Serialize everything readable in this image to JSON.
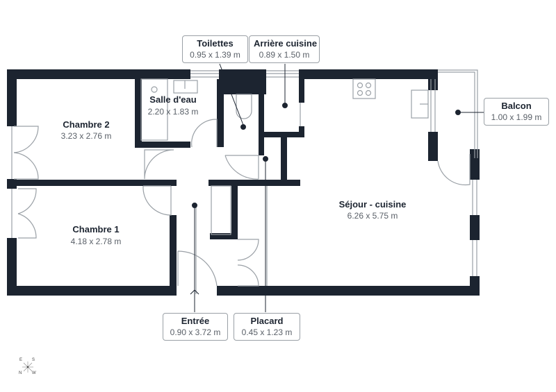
{
  "plan": {
    "colors": {
      "wall": "#1c2430",
      "line": "#9aa0a6",
      "text_dark": "#1c2430",
      "text_dim": "#5a6068",
      "background": "#ffffff"
    },
    "rooms": [
      {
        "name": "Chambre 2",
        "dimensions": "3.23 x 2.76 m"
      },
      {
        "name": "Salle d'eau",
        "dimensions": "2.20 x 1.83 m"
      },
      {
        "name": "Chambre 1",
        "dimensions": "4.18 x 2.78 m"
      },
      {
        "name": "Séjour - cuisine",
        "dimensions": "6.26 x 5.75 m"
      }
    ],
    "callouts": [
      {
        "name": "Toilettes",
        "dimensions": "0.95 x 1.39 m"
      },
      {
        "name": "Arrière cuisine",
        "dimensions": "0.89 x 1.50 m"
      },
      {
        "name": "Balcon",
        "dimensions": "1.00 x 1.99 m"
      },
      {
        "name": "Entrée",
        "dimensions": "0.90 x 3.72 m"
      },
      {
        "name": "Placard",
        "dimensions": "0.45 x 1.23 m"
      }
    ],
    "compass": {
      "labels": [
        "E",
        "S",
        "N",
        "W"
      ],
      "icon": "compass-icon"
    }
  }
}
